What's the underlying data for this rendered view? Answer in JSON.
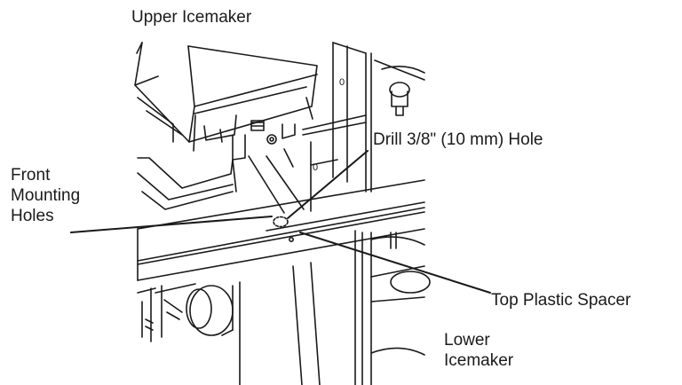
{
  "labels": {
    "upper_icemaker": "Upper Icemaker",
    "drill_hole": "Drill 3/8\" (10 mm) Hole",
    "front_mounting_holes": [
      "Front",
      "Mounting",
      "Holes"
    ],
    "top_plastic_spacer": "Top Plastic Spacer",
    "lower_icemaker": [
      "Lower",
      "Icemaker"
    ]
  },
  "colors": {
    "line": "#1a1a1a",
    "background": "#ffffff"
  }
}
